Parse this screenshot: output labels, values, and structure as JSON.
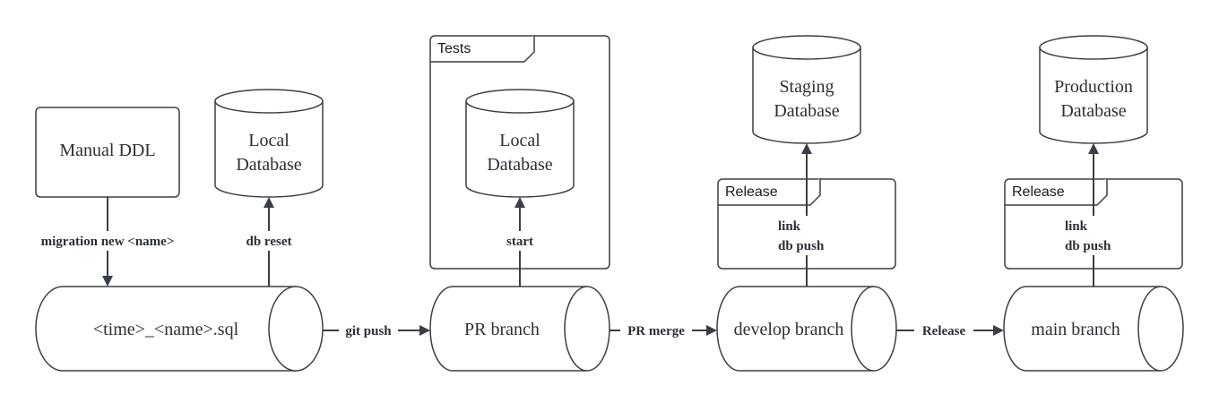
{
  "nodes": {
    "manual_ddl": "Manual DDL",
    "local_db": [
      "Local",
      "Database"
    ],
    "tests_local_db": [
      "Local",
      "Database"
    ],
    "staging_db": [
      "Staging",
      "Database"
    ],
    "production_db": [
      "Production",
      "Database"
    ],
    "migration_file": "<time>_<name>.sql",
    "pr_branch": "PR branch",
    "develop_branch": "develop branch",
    "main_branch": "main branch"
  },
  "frames": {
    "tests": "Tests",
    "release_staging": "Release",
    "release_production": "Release"
  },
  "edges": {
    "migration_new": "migration new <name>",
    "db_reset": "db reset",
    "start": "start",
    "git_push": "git push",
    "pr_merge": "PR merge",
    "release": "Release",
    "staging_link": "link",
    "staging_db_push": "db push",
    "production_link": "link",
    "production_db_push": "db push"
  }
}
